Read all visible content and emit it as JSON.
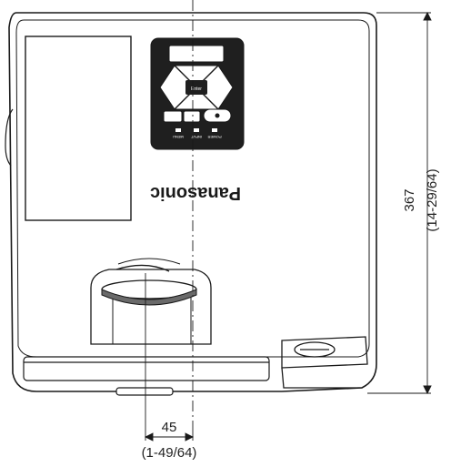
{
  "brand": {
    "logo_text": "Panasonic"
  },
  "control_panel": {
    "center_button_label": "Enter",
    "buttons": [
      {
        "name": "menu",
        "label": "MENU"
      },
      {
        "name": "input",
        "label": "INPUT"
      },
      {
        "name": "power",
        "label": "POWER"
      }
    ]
  },
  "dimensions": {
    "height": {
      "value_mm": "367",
      "value_in": "(14-29/64)"
    },
    "offset": {
      "value_mm": "45",
      "value_in": "(1-49/64)"
    }
  },
  "colors": {
    "line": "#1a1a1a",
    "background": "#ffffff"
  }
}
